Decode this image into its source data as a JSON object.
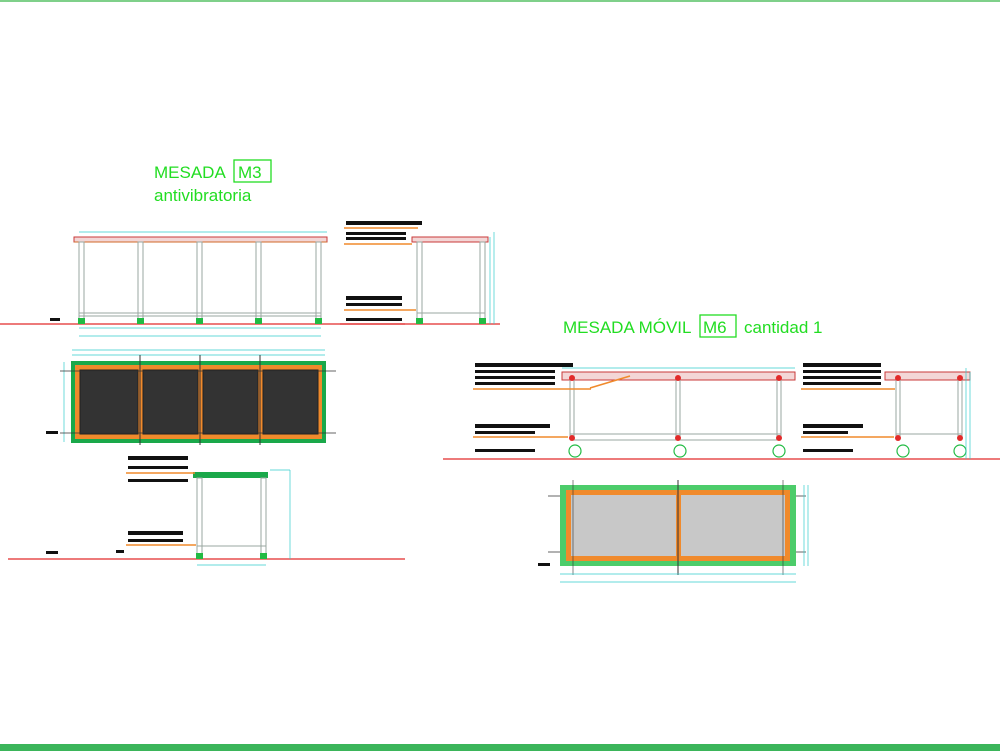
{
  "mesada_m3": {
    "title": "MESADA",
    "code": "M3",
    "subtitle": "antivibratoria"
  },
  "mesada_m6": {
    "title": "MESADA MÓVIL",
    "code": "M6",
    "quantity": "cantidad 1"
  },
  "colors": {
    "label": "#22dd22",
    "ground_line": "#e22a2a",
    "frame": "#f08a2c",
    "dimension": "#33cccc",
    "panel_dark": "#333333",
    "panel_light": "#c8c8c8",
    "border_bands": "#1aa84a"
  }
}
